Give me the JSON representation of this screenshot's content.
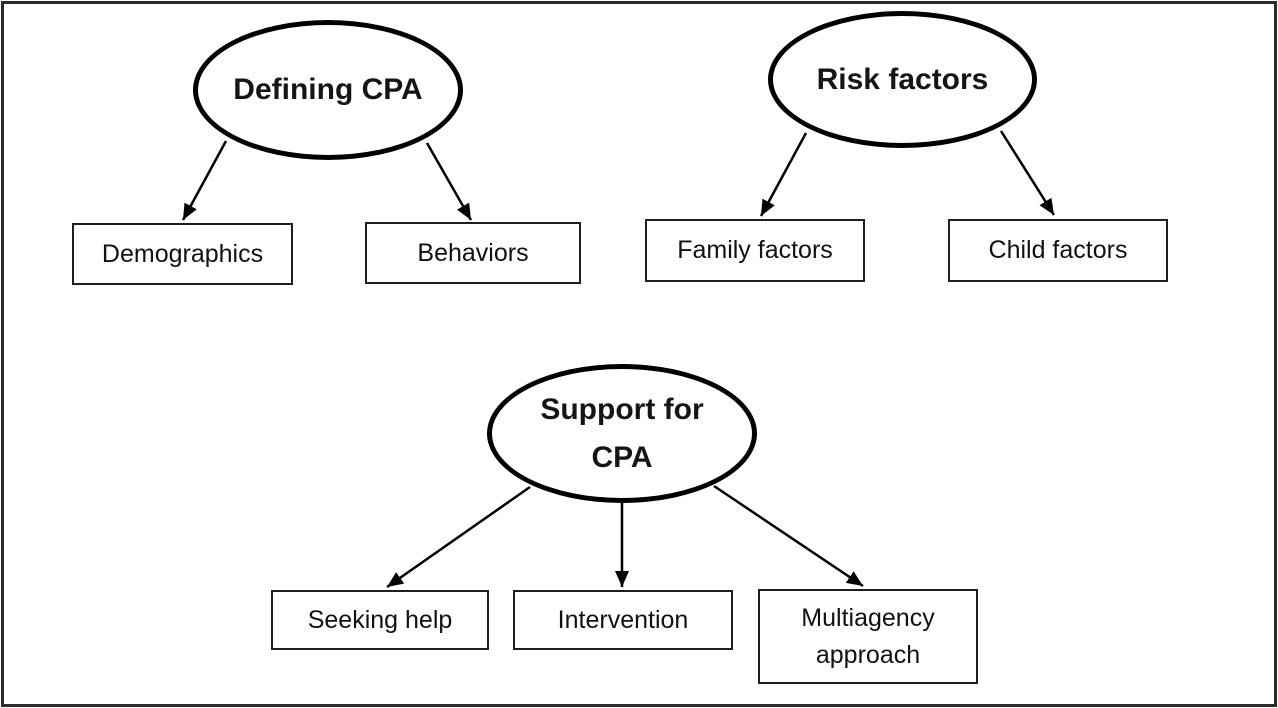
{
  "page": {
    "background_color": "#ffffff",
    "frame_color": "#2b2b2b"
  },
  "diagram": {
    "type": "concept-map",
    "stroke_color": "#000000",
    "text_color": "#111111",
    "nodes": {
      "defining_cpa": {
        "shape": "ellipse",
        "label": "Defining CPA"
      },
      "risk_factors": {
        "shape": "ellipse",
        "label": "Risk factors"
      },
      "support_cpa": {
        "shape": "ellipse",
        "line1": "Support for",
        "line2": "CPA"
      },
      "demographics": {
        "shape": "rect",
        "label": "Demographics"
      },
      "behaviors": {
        "shape": "rect",
        "label": "Behaviors"
      },
      "family_factors": {
        "shape": "rect",
        "label": "Family factors"
      },
      "child_factors": {
        "shape": "rect",
        "label": "Child factors"
      },
      "seeking_help": {
        "shape": "rect",
        "label": "Seeking help"
      },
      "intervention": {
        "shape": "rect",
        "label": "Intervention"
      },
      "multiagency": {
        "shape": "rect",
        "line1": "Multiagency",
        "line2": "approach"
      }
    },
    "edges": [
      {
        "from": "defining_cpa",
        "to": "demographics"
      },
      {
        "from": "defining_cpa",
        "to": "behaviors"
      },
      {
        "from": "risk_factors",
        "to": "family_factors"
      },
      {
        "from": "risk_factors",
        "to": "child_factors"
      },
      {
        "from": "support_cpa",
        "to": "seeking_help"
      },
      {
        "from": "support_cpa",
        "to": "intervention"
      },
      {
        "from": "support_cpa",
        "to": "multiagency"
      }
    ]
  }
}
